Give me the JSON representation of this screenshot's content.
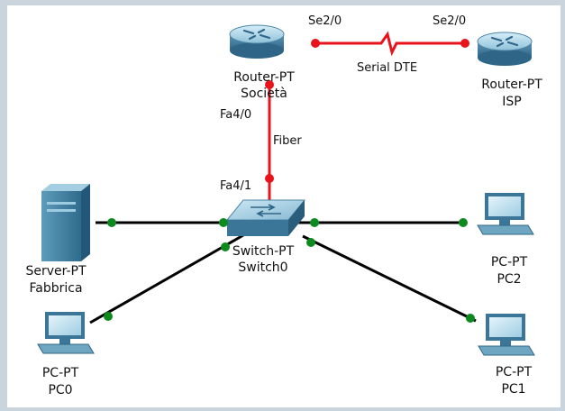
{
  "devices": {
    "router_societa": {
      "type_label": "Router-PT",
      "name": "Società"
    },
    "router_isp": {
      "type_label": "Router-PT",
      "name": "ISP"
    },
    "switch0": {
      "type_label": "Switch-PT",
      "name": "Switch0"
    },
    "server": {
      "type_label": "Server-PT",
      "name": "Fabbrica"
    },
    "pc0": {
      "type_label": "PC-PT",
      "name": "PC0"
    },
    "pc1": {
      "type_label": "PC-PT",
      "name": "PC1"
    },
    "pc2": {
      "type_label": "PC-PT",
      "name": "PC2"
    }
  },
  "links": {
    "serial": {
      "label": "Serial DTE",
      "port_a": "Se2/0",
      "port_b": "Se2/0"
    },
    "fiber": {
      "label": "Fiber",
      "port_a": "Fa4/0",
      "port_b": "Fa4/1"
    }
  },
  "colors": {
    "link_red": "#e8131b",
    "link_black": "#000000",
    "port_green": "#0d8a1e",
    "port_red": "#e8131b"
  }
}
